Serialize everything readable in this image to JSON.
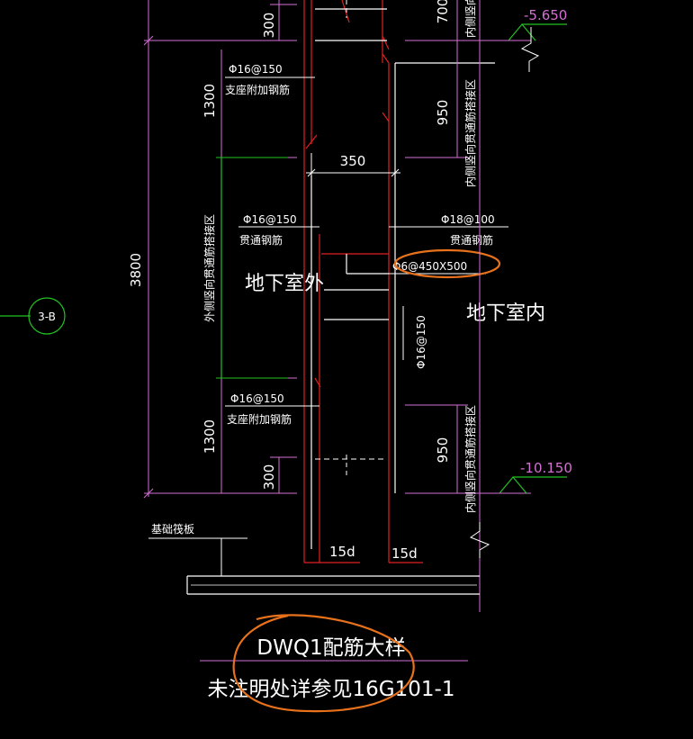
{
  "drawing": {
    "title": "DWQ1配筋大样",
    "note": "未注明处详参见16G101-1",
    "axis_tag": "3-B",
    "zones": {
      "outside": "地下室外",
      "inside": "地下室内"
    },
    "dimensions": {
      "total_height": "3800",
      "upper_anchor": "1300",
      "lower_anchor": "1300",
      "top_offset": "300",
      "bottom_offset": "300",
      "inner_upper": "950",
      "inner_lower": "950",
      "top_partial": "700",
      "wall_thickness": "350",
      "anchor_left": "15d",
      "anchor_right": "15d"
    },
    "elevations": {
      "top": "-5.650",
      "bottom": "-10.150"
    },
    "rebar": {
      "upper_support": "Φ16@150",
      "upper_support_desc": "支座附加钢筋",
      "outer_through": "Φ16@150",
      "outer_through_desc": "贯通钢筋",
      "inner_through": "Φ18@100",
      "inner_through_desc": "贯通钢筋",
      "tie": "Φ6@450X500",
      "horizontal": "Φ16@150",
      "lower_support": "Φ16@150",
      "lower_support_desc": "支座附加钢筋"
    },
    "vertical_labels": {
      "outer_splice": "外侧竖向贯通筋搭接区",
      "inner_splice_upper": "内侧竖向贯通筋搭接区",
      "inner_splice_lower": "内侧竖向贯通筋搭接区",
      "inner_top_partial": "内侧竖向"
    },
    "foundation_label": "基础筏板"
  }
}
